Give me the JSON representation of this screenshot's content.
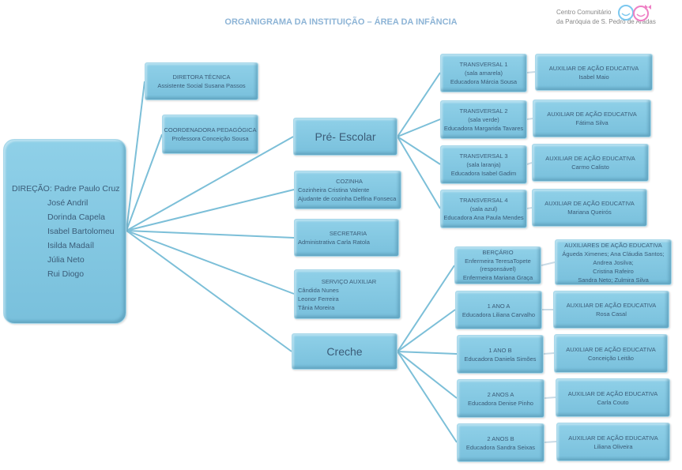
{
  "title": "ORGANIGRAMA DA INSTITUIÇÃO – ÁREA DA INFÂNCIA",
  "logo": {
    "line1": "Centro Comunitário",
    "line2": "da Paróquia de S. Pedro de Aradas"
  },
  "direcao": {
    "head": "DIREÇÃO: Padre Paulo Cruz",
    "members": [
      "José Andril",
      "Dorinda Capela",
      "Isabel Bartolomeu",
      "Isilda Madaíl",
      "Júlia Neto",
      "Rui Diogo"
    ]
  },
  "diretora": {
    "title": "DIRETORA TÉCNICA",
    "name": "Assistente Social  Susana Passos"
  },
  "coordenadora": {
    "title": "COORDENADORA PEDAGÓGICA",
    "name": "Professora Conceição Sousa"
  },
  "pre_escolar": "Pré- Escolar",
  "cozinha": {
    "title": "COZINHA",
    "lines": [
      "Cozinheira Cristina Valente",
      "Ajudante de cozinha Delfina Fonseca"
    ]
  },
  "secretaria": {
    "title": "SECRETARIA",
    "lines": [
      "Administrativa Carla Ratola"
    ]
  },
  "servico": {
    "title": "SERVIÇO AUXILIAR",
    "lines": [
      "Cândida Nunes",
      "Leonor Ferreira",
      "Tânia Moreira"
    ]
  },
  "creche": "Creche",
  "transversais": [
    {
      "title": "TRANSVERSAL 1",
      "room": "(sala amarela)",
      "teacher": "Educadora Márcia Sousa",
      "aux_title": "AUXILIAR DE AÇÃO EDUCATIVA",
      "aux": "Isabel Maio"
    },
    {
      "title": "TRANSVERSAL 2",
      "room": "(sala verde)",
      "teacher": "Educadora Margarida Tavares",
      "aux_title": "AUXILIAR DE AÇÃO EDUCATIVA",
      "aux": "Fátima Silva"
    },
    {
      "title": "TRANSVERSAL 3",
      "room": "(sala laranja)",
      "teacher": "Educadora Isabel Gadim",
      "aux_title": "AUXILIAR DE AÇÃO EDUCATIVA",
      "aux": "Carmo Calisto"
    },
    {
      "title": "TRANSVERSAL 4",
      "room": "(sala azul)",
      "teacher": "Educadora Ana Paula Mendes",
      "aux_title": "AUXILIAR DE AÇÃO EDUCATIVA",
      "aux": "Mariana Queirós"
    }
  ],
  "bercario": {
    "title": "BERÇÁRIO",
    "lines": [
      "Enfermeira TeresaTopete",
      "(responsável)",
      "Enfermeira Mariana Graça"
    ],
    "aux_title": "AUXILIARES DE AÇÃO EDUCATIVA",
    "aux_lines": [
      "Águeda Ximenes; Ana Cláudia Santos;",
      "Andrea Josilva;",
      "Cristina Rafeiro",
      "Sandra Neto; Zulmira Silva"
    ]
  },
  "salas": [
    {
      "title": "1 ANO A",
      "teacher": "Educadora Liliana Carvalho",
      "aux_title": "AUXILIAR DE AÇÃO EDUCATIVA",
      "aux": "Rosa Casal"
    },
    {
      "title": "1 ANO B",
      "teacher": "Educadora Daniela Simões",
      "aux_title": "AUXILIAR DE AÇÃO EDUCATIVA",
      "aux": "Conceição Leitão"
    },
    {
      "title": "2 ANOS A",
      "teacher": "Educadora Denise Pinho",
      "aux_title": "AUXILIAR DE AÇÃO EDUCATIVA",
      "aux": "Carla Couto"
    },
    {
      "title": "2 ANOS B",
      "teacher": "Educadora Sandra Seixas",
      "aux_title": "AUXILIAR DE AÇÃO EDUCATIVA",
      "aux": "Liliana Oliveira"
    }
  ]
}
